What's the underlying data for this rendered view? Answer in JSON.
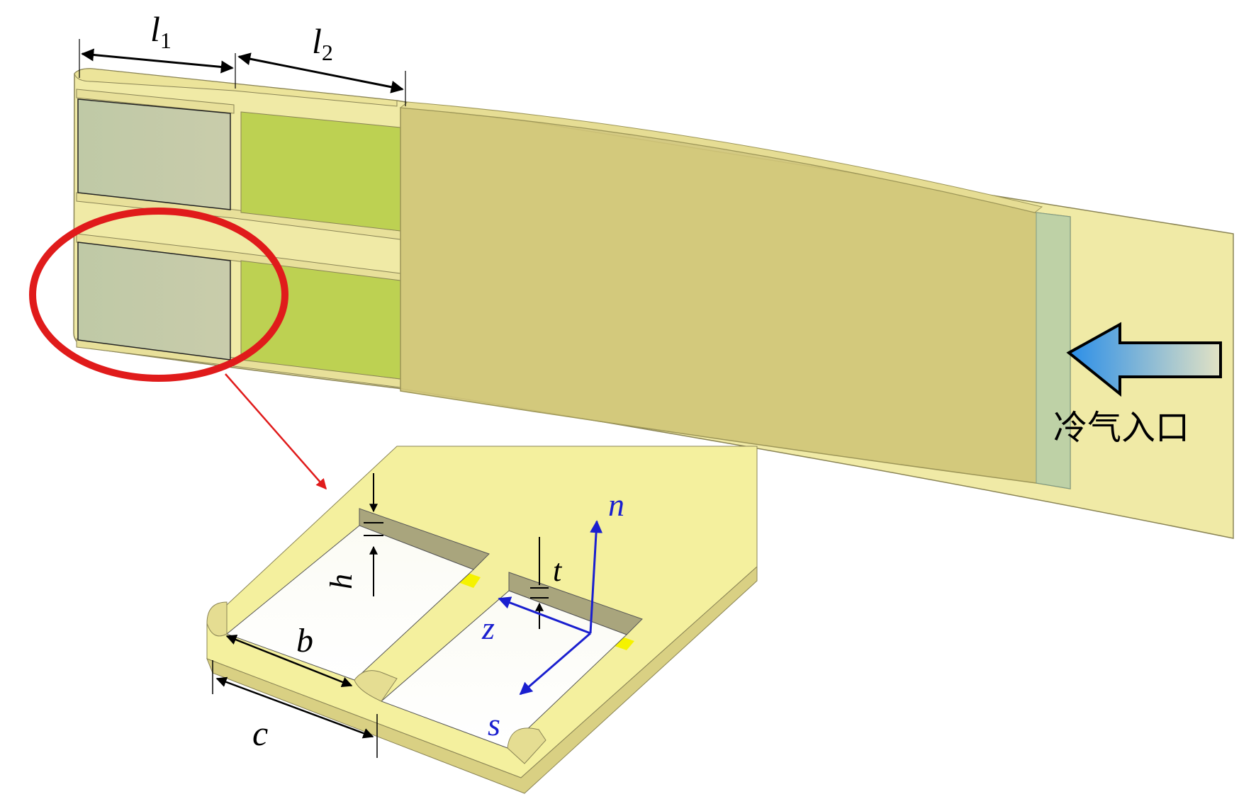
{
  "dimensions": {
    "l1": {
      "main": "l",
      "sub": "1"
    },
    "l2": {
      "main": "l",
      "sub": "2"
    },
    "h": "h",
    "t": "t",
    "b": "b",
    "c": "c"
  },
  "axes": {
    "n": "n",
    "z": "z",
    "s": "s"
  },
  "inlet_label": "冷气入口",
  "colors": {
    "blade": "#f0eaa6",
    "blade_edge": "#8a8455",
    "slot_gray": "#c3cba8",
    "slot_green": "#bdd152",
    "cover": "#d0c678",
    "cover_edge": "#9d9658",
    "detail_bg": "#f6f3a8",
    "detail_face": "#e5dd92",
    "slot_yellow": "#f5f200",
    "slot_floor": "#fbfbf4",
    "highlight_circle": "#e01b1b",
    "axis_blue": "#1a1fcf",
    "inlet_arrow_start": "#2a8ee8",
    "inlet_arrow_end": "#e2e2c4",
    "dimension_black": "#000000"
  }
}
